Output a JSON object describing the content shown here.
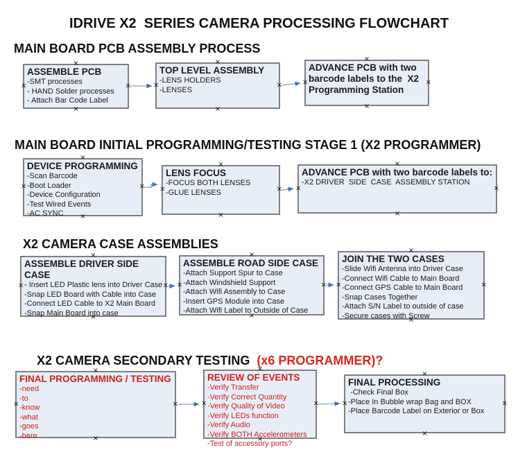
{
  "page_title": "IDRIVE X2  SERIES CAMERA PROCESSING FLOWCHART",
  "colors": {
    "box_fill": "#e8eef7",
    "box_border": "#7f7f7f",
    "connector_line": "#93afd1",
    "connector_arrowhead": "#4472b8",
    "red_text": "#cc2020",
    "black_text": "#111111",
    "background": "#ffffff"
  },
  "sections": [
    {
      "heading": "MAIN BOARD PCB ASSEMBLY PROCESS",
      "boxes": [
        {
          "title": "ASSEMBLE PCB",
          "lines": [
            "-SMT processes",
            "- HAND Solder processes",
            "- Attach Bar Code Label"
          ]
        },
        {
          "title": "TOP LEVEL ASSEMBLY",
          "lines": [
            "-LENS HOLDERS",
            "-LENSES"
          ]
        },
        {
          "title": "ADVANCE PCB with two barcode labels to the  X2 Programming Station",
          "lines": []
        }
      ]
    },
    {
      "heading": "MAIN BOARD INITIAL PROGRAMMING/TESTING STAGE 1 (X2 PROGRAMMER)",
      "boxes": [
        {
          "title": "DEVICE PROGRAMMING",
          "lines": [
            "-Scan Barcode",
            "-Boot Loader",
            "-Device Configuration",
            "-Test Wired Events",
            "-AC SYNC"
          ]
        },
        {
          "title": "LENS FOCUS",
          "lines": [
            "-FOCUS BOTH LENSES",
            "-GLUE LENSES"
          ]
        },
        {
          "title": "ADVANCE PCB with two barcode labels to:",
          "lines": [
            "-X2 DRIVER  SIDE  CASE  ASSEMBLY STATION"
          ]
        }
      ]
    },
    {
      "heading": "X2 CAMERA CASE ASSEMBLIES",
      "boxes": [
        {
          "title": "ASSEMBLE DRIVER SIDE CASE",
          "lines": [
            "- Insert LED Plastic lens into Driver Case",
            "-Snap LED Board with Cable into Case",
            "-Connect LED Cable to X2 Main Board",
            "-Snap Main Board into case"
          ]
        },
        {
          "title": "ASSEMBLE ROAD SIDE CASE",
          "lines": [
            "-Attach Support Spur to Case",
            "-Attach Windshield Support",
            "-Attach Wifi Assembly to Case",
            "-Insert GPS Module into Case",
            "-Attach Wifi Label to Outside of Case"
          ]
        },
        {
          "title": "JOIN THE TWO CASES",
          "lines": [
            "-Slide Wifi Antenna into Driver Case",
            "-Connect Wifi Cable to Main Board",
            "-Connect GPS Cable to Main Board",
            "-Snap Cases Together",
            "-Attach S/N Label to outside of case",
            "-Secure cases with Screw"
          ]
        }
      ]
    },
    {
      "heading": "X2 CAMERA SECONDARY TESTING  ",
      "heading_red": "(x6 PROGRAMMER)?",
      "boxes": [
        {
          "title": "FINAL PROGRAMMING / TESTING",
          "lines": [
            "-need",
            "-to",
            "-know",
            "-what",
            "-goes",
            "-here"
          ]
        },
        {
          "title": "REVIEW OF EVENTS",
          "lines": [
            "-Verify Transfer",
            "-Verify Correct Quantity",
            "-Verify Quality of Video",
            "-Verify LEDs function",
            "-Verify Audio",
            "-Verify BOTH Accelerometers",
            "-Test of accessory ports?"
          ]
        },
        {
          "title": "FINAL PROCESSING",
          "lines": [
            " -Check Final Box",
            "-Place In Bubble wrap Bag and BOX",
            "-Place Barcode Label on Exterior or Box"
          ]
        }
      ]
    }
  ]
}
